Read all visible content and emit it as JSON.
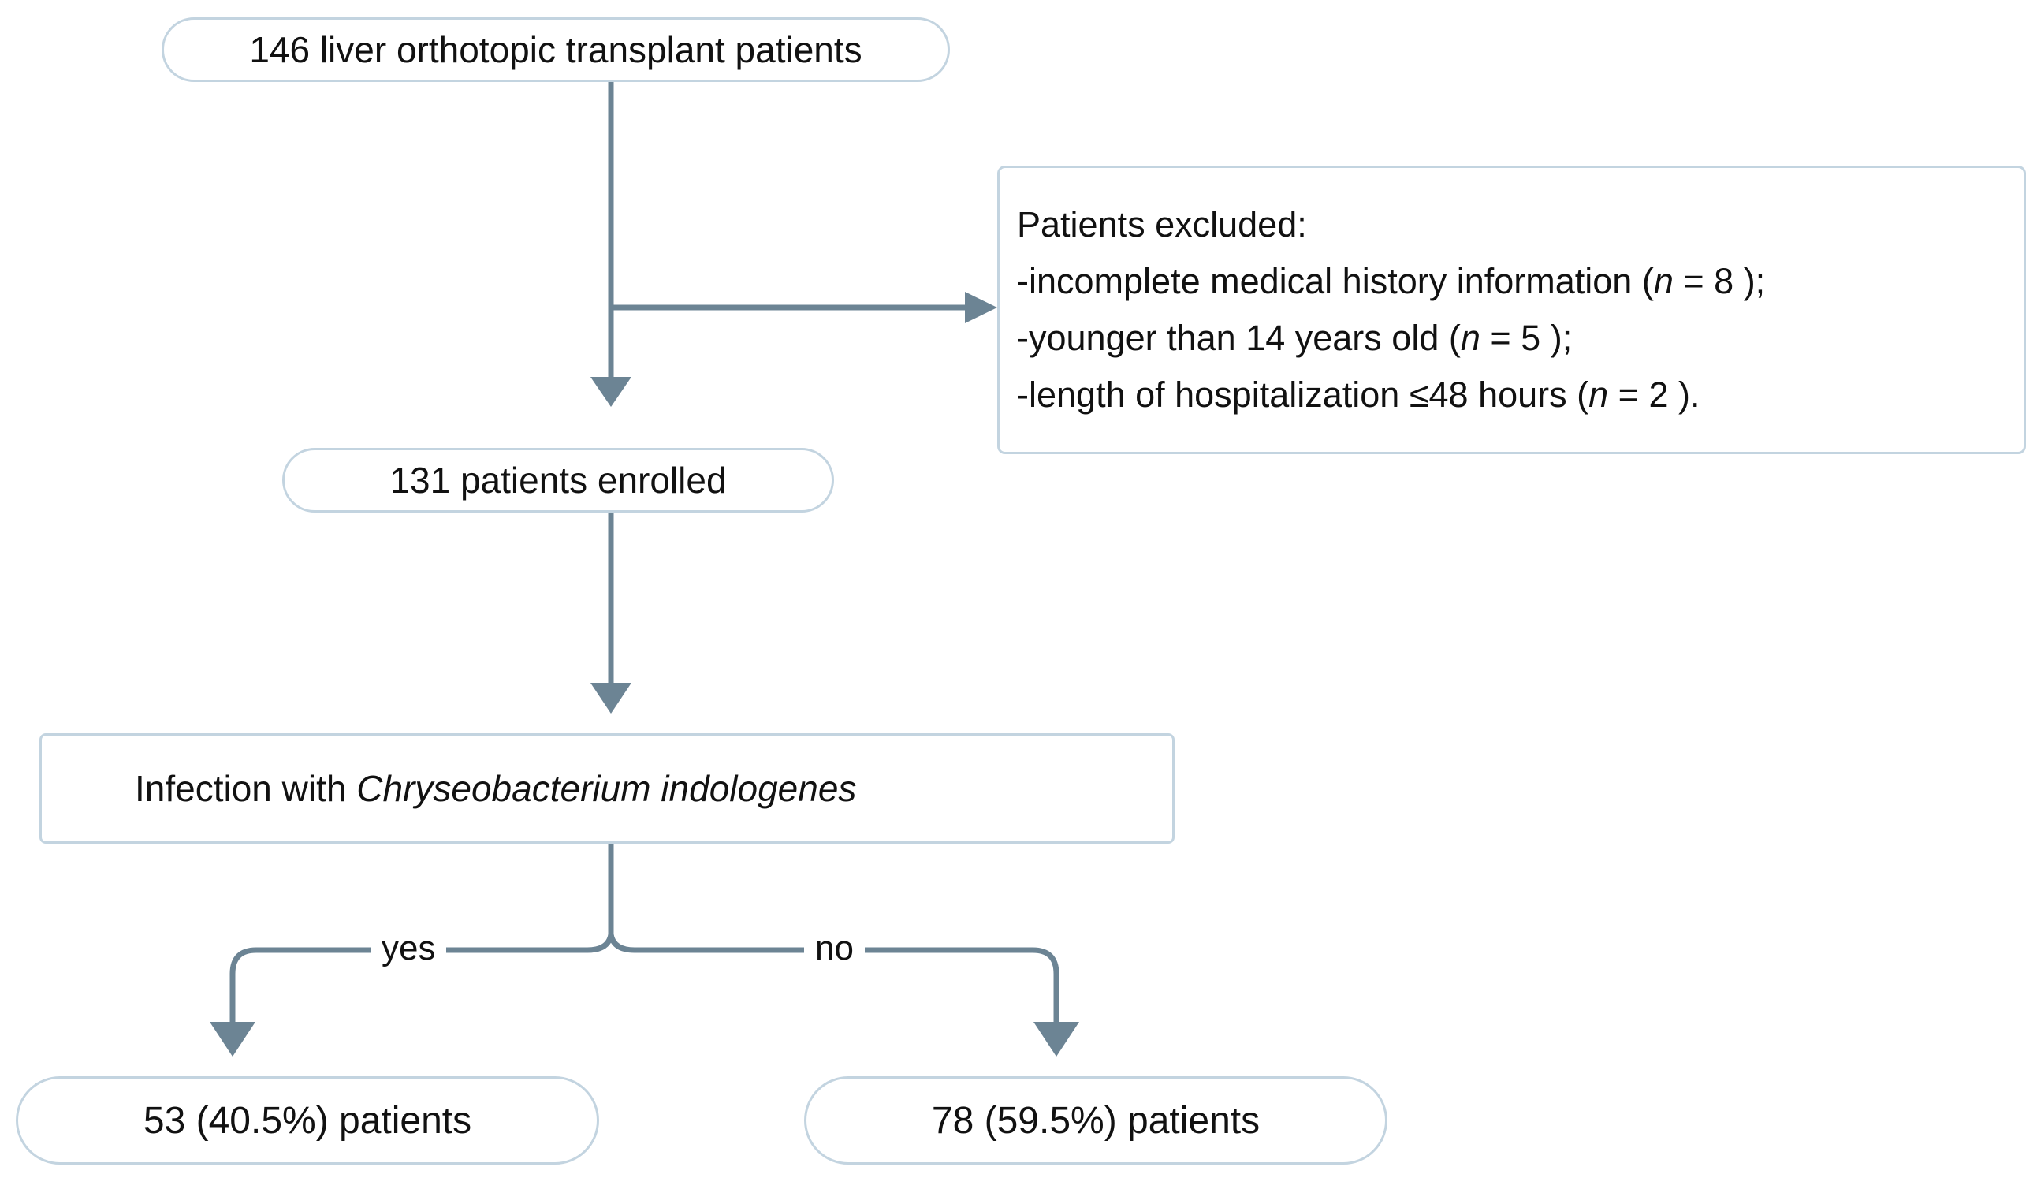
{
  "figure": {
    "type": "flowchart",
    "accent_border": "#c3d4e0",
    "connector_color": "#6c8494",
    "text_color": "#111111",
    "background": "#ffffff"
  },
  "nodes": {
    "total": {
      "id": "total-patients",
      "label": "146 liver orthotopic transplant patients",
      "count": 146,
      "shape": "rounded-pill"
    },
    "enrolled": {
      "id": "enrolled-patients",
      "label": "131 patients enrolled",
      "count": 131,
      "shape": "rounded-pill"
    },
    "excluded": {
      "id": "patients-excluded",
      "heading": "Patients excluded:",
      "shape": "rectangle",
      "reasons": [
        {
          "prefix": "-incomplete medical history information (",
          "symbol": "n",
          "equals": "= 8",
          "suffix": ");"
        },
        {
          "prefix": "-younger than 14 years old (",
          "symbol": "n",
          "equals": "= 5",
          "suffix": ");"
        },
        {
          "prefix": "-length of hospitalization ≤48 hours (",
          "symbol": "n",
          "equals": "= 2",
          "suffix": ")."
        }
      ]
    },
    "infection": {
      "id": "infection-decision",
      "prefix": "Infection with ",
      "organism": "Chryseobacterium indologenes",
      "shape": "rectangle"
    },
    "yes_result": {
      "id": "infected-patients",
      "label": "53 (40.5%) patients",
      "count": 53,
      "percent": "40.5%",
      "shape": "rounded-pill"
    },
    "no_result": {
      "id": "non-infected-patients",
      "label": "78 (59.5%) patients",
      "count": 78,
      "percent": "59.5%",
      "shape": "rounded-pill"
    }
  },
  "edges": {
    "yes_label": "yes",
    "no_label": "no"
  }
}
